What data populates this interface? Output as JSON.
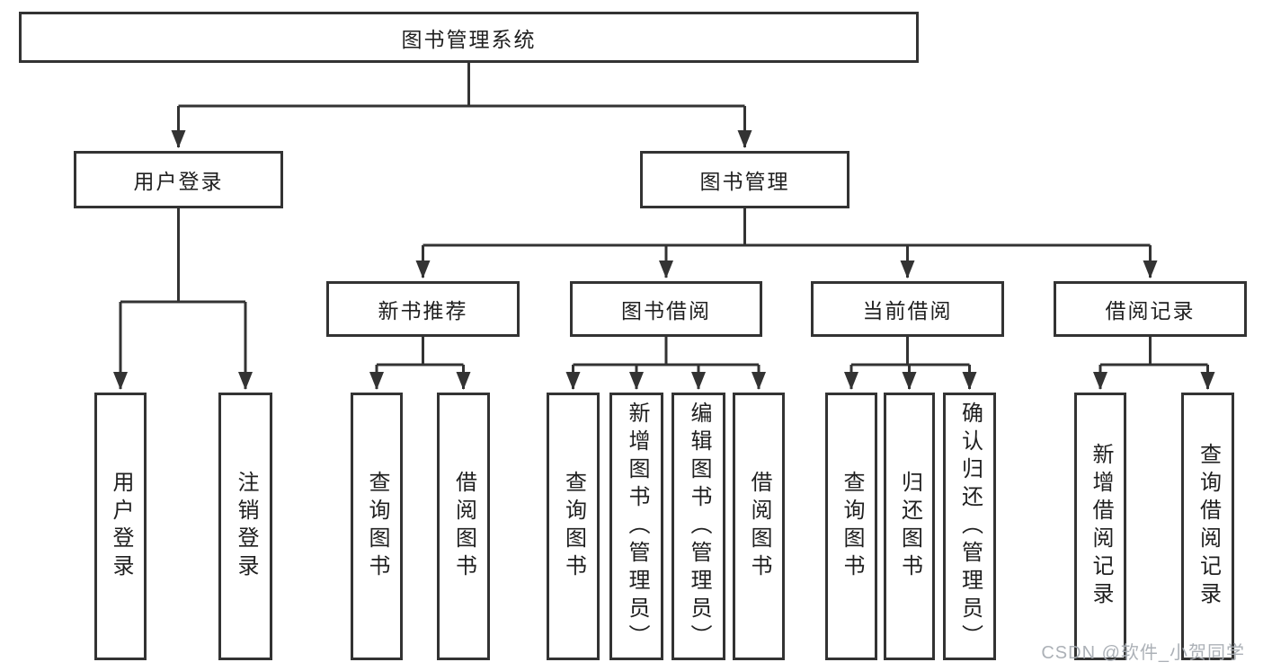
{
  "tree": {
    "root": {
      "label": "图书管理系统"
    },
    "level1": [
      {
        "label": "用户登录",
        "leaves": [
          "用户登录",
          "注销登录"
        ]
      },
      {
        "label": "图书管理",
        "sections": [
          {
            "label": "新书推荐",
            "leaves": [
              "查询图书",
              "借阅图书"
            ]
          },
          {
            "label": "图书借阅",
            "leaves": [
              "查询图书",
              "新增图书（管理员）",
              "编辑图书（管理员）",
              "借阅图书"
            ]
          },
          {
            "label": "当前借阅",
            "leaves": [
              "查询图书",
              "归还图书",
              "确认归还（管理员）"
            ]
          },
          {
            "label": "借阅记录",
            "leaves": [
              "新增借阅记录",
              "查询借阅记录"
            ]
          }
        ]
      }
    ]
  },
  "watermark": {
    "text": "CSDN @软件_小贺同学"
  },
  "colors": {
    "line": "#333333",
    "border": "#333333",
    "text": "#1f1f1f",
    "background": "#ffffff",
    "watermark": "#a8adb3"
  }
}
